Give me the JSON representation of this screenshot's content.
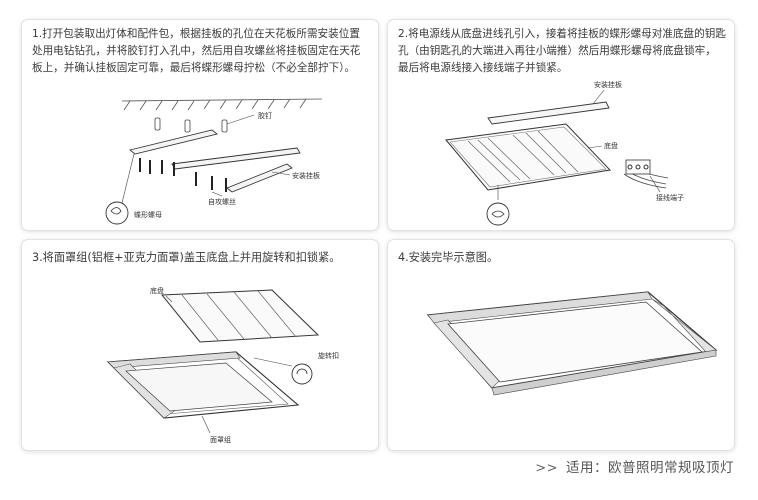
{
  "steps": [
    {
      "text": "1.打开包装取出灯体和配件包，根据挂板的孔位在天花板所需安装位置处用电钻钻孔，并将胶钉打入孔中，然后用自攻螺丝将挂板固定在天花板上，并确认挂板固定可靠，最后将蝶形螺母拧松（不必全部拧下）。",
      "labels": {
        "anchor": "胶钉",
        "plate": "安装挂板",
        "screw": "自攻螺丝",
        "wingnut": "蝶形螺母"
      }
    },
    {
      "text": "2.将电源线从底盘进线孔引入，接着将挂板的蝶形螺母对准底盘的钥匙孔（由钥匙孔的大端进入再往小端推）然后用蝶形螺母将底盘锁牢，最后将电源线接入接线端子并锁紧。",
      "labels": {
        "plate": "安装挂板",
        "chassis": "底盘",
        "terminal": "接线端子"
      }
    },
    {
      "text": "3.将面罩组(铝框+亚克力面罩)盖玉底盘上并用旋转和扣锁紧。",
      "labels": {
        "chassis": "底盘",
        "rotate": "旋转扣",
        "cover": "面罩组"
      }
    },
    {
      "text": "4.安装完毕示意图。",
      "labels": {}
    }
  ],
  "footer": {
    "arrow": ">>",
    "text": "适用：欧普照明常规吸顶灯"
  }
}
